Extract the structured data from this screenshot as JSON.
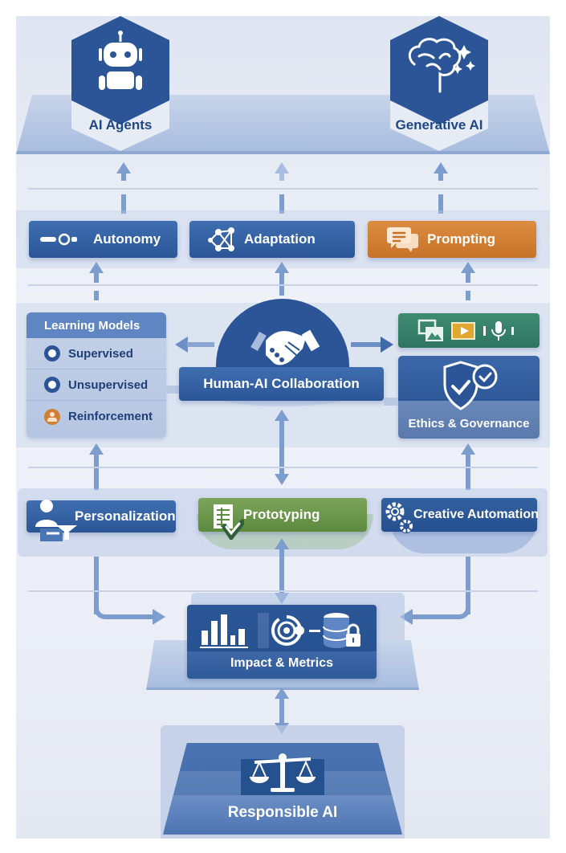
{
  "title_nodes": {
    "ai_agents": {
      "label": "AI Agents",
      "icon": "robot-icon"
    },
    "generative_ai": {
      "label": "Generative AI",
      "icon": "brain-sparkle-icon"
    }
  },
  "capabilities": [
    {
      "label": "Autonomy",
      "icon": "slider-toggle-icon",
      "color": "#3a68aa"
    },
    {
      "label": "Adaptation",
      "icon": "network-nodes-icon",
      "color": "#3a68aa"
    },
    {
      "label": "Prompting",
      "icon": "chat-bubbles-icon",
      "color": "#d07f35"
    }
  ],
  "learning_models": {
    "title": "Learning Models",
    "items": [
      {
        "label": "Supervised",
        "icon": "ring-icon",
        "color": "#2b5597"
      },
      {
        "label": "Unsupervised",
        "icon": "drop-ring-icon",
        "color": "#2b5597"
      },
      {
        "label": "Reinforcement",
        "icon": "user-circle-icon",
        "color": "#d07f35"
      }
    ]
  },
  "collaboration": {
    "label": "Human-AI Collaboration",
    "icon": "handshake-icon"
  },
  "media": {
    "icons": [
      "image-gallery-icon",
      "video-play-icon",
      "microphone-icon"
    ],
    "color": "#3a8a6c"
  },
  "ethics": {
    "label": "Ethics & Governance",
    "icon": "shield-check-icon"
  },
  "applications": [
    {
      "label": "Personalization",
      "icon": "user-filter-icon",
      "color": "#3a68aa"
    },
    {
      "label": "Prototyping",
      "icon": "document-check-icon",
      "color": "#6d9a4c"
    },
    {
      "label": "Creative Automation",
      "icon": "gears-icon",
      "color": "#2e5a9c"
    }
  ],
  "impact": {
    "label": "Impact & Metrics",
    "icons": [
      "bar-chart-icon",
      "target-icon",
      "database-lock-icon"
    ]
  },
  "foundation": {
    "label": "Responsible AI",
    "icon": "scales-icon"
  },
  "colors": {
    "primary": "#2b5597",
    "accent_orange": "#d07f35",
    "accent_green": "#6d9a4c",
    "background": "#e8ecf5"
  }
}
